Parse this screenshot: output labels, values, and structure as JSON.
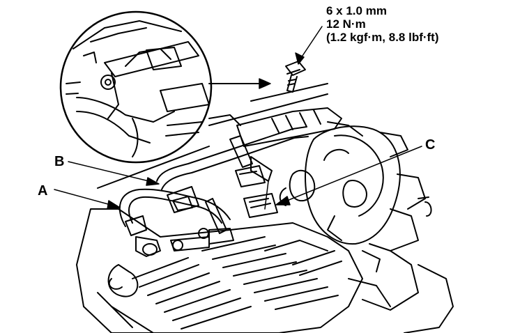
{
  "callouts": {
    "a": "A",
    "b": "B",
    "c": "C"
  },
  "torque_spec": {
    "bolt_size": "6 x 1.0 mm",
    "torque_nm": "12 N·m",
    "torque_alt": "(1.2 kgf·m, 8.8 lbf·ft)"
  },
  "colors": {
    "ink": "#000000",
    "paper": "#ffffff"
  }
}
